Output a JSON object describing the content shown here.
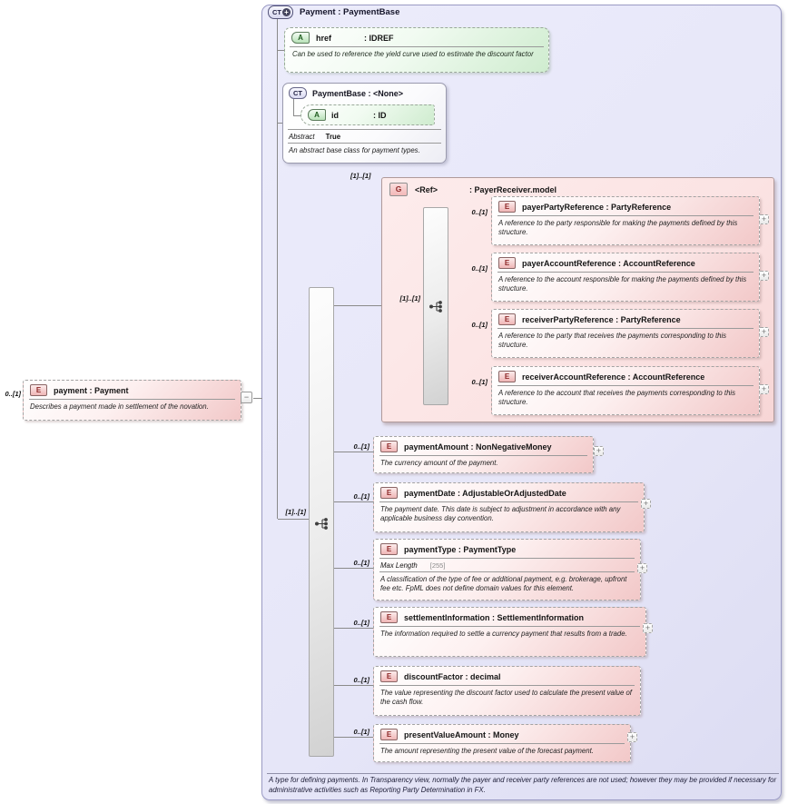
{
  "icons": {
    "complex_type": "CT",
    "attribute": "A",
    "element": "E",
    "group": "G"
  },
  "symbols": {
    "expand": "+",
    "collapse": "−"
  },
  "root": {
    "title": "Payment : PaymentBase",
    "footer": "A type for defining payments. In Transparency view, normally the payer and receiver party references are not used; however they may be provided if necessary for administrative activities such as Reporting Party Determination in FX."
  },
  "href_attribute": {
    "name": "href",
    "type": ": IDREF",
    "description": "Can be used to reference the yield curve used to estimate the discount factor"
  },
  "payment_base": {
    "title": "PaymentBase : <None>",
    "attribute_name": "id",
    "attribute_type": ": ID",
    "abstract_label": "Abstract",
    "abstract_value": "True",
    "description": "An abstract base class for payment types."
  },
  "payment_element": {
    "cardinality": "0..[1]",
    "title": "payment : Payment",
    "description": "Describes a payment made in settlement of the novation."
  },
  "sequence": {
    "cardinality": "[1]..[1]"
  },
  "group": {
    "cardinality": "[1]..[1]",
    "name": "<Ref>",
    "type": ": PayerReceiver.model",
    "sequence_cardinality": "[1]..[1]",
    "children": [
      {
        "cardinality": "0..[1]",
        "title": "payerPartyReference : PartyReference",
        "description": "A reference to the party responsible for making the payments defined by this structure."
      },
      {
        "cardinality": "0..[1]",
        "title": "payerAccountReference : AccountReference",
        "description": "A reference to the account responsible for making the payments defined by this structure."
      },
      {
        "cardinality": "0..[1]",
        "title": "receiverPartyReference : PartyReference",
        "description": "A reference to the party that receives the payments corresponding to this structure."
      },
      {
        "cardinality": "0..[1]",
        "title": "receiverAccountReference : AccountReference",
        "description": "A reference to the account that receives the payments corresponding to this structure."
      }
    ]
  },
  "elements": [
    {
      "cardinality": "0..[1]",
      "title": "paymentAmount : NonNegativeMoney",
      "description": "The currency amount of the payment."
    },
    {
      "cardinality": "0..[1]",
      "title": "paymentDate : AdjustableOrAdjustedDate",
      "description": "The payment date. This date is subject to adjustment in accordance with any applicable business day convention."
    },
    {
      "cardinality": "0..[1]",
      "title": "paymentType : PaymentType",
      "facet_label": "Max Length",
      "facet_value": "[255]",
      "description": "A classification of the type of fee or additional payment, e.g. brokerage, upfront fee etc. FpML does not define domain values for this element."
    },
    {
      "cardinality": "0..[1]",
      "title": "settlementInformation : SettlementInformation",
      "description": "The information required to settle a currency payment that results from a trade."
    },
    {
      "cardinality": "0..[1]",
      "title": "discountFactor : decimal",
      "description": "The value representing the discount factor used to calculate the present value of the cash flow."
    },
    {
      "cardinality": "0..[1]",
      "title": "presentValueAmount : Money",
      "description": "The amount representing the present value of the forecast payment."
    }
  ]
}
